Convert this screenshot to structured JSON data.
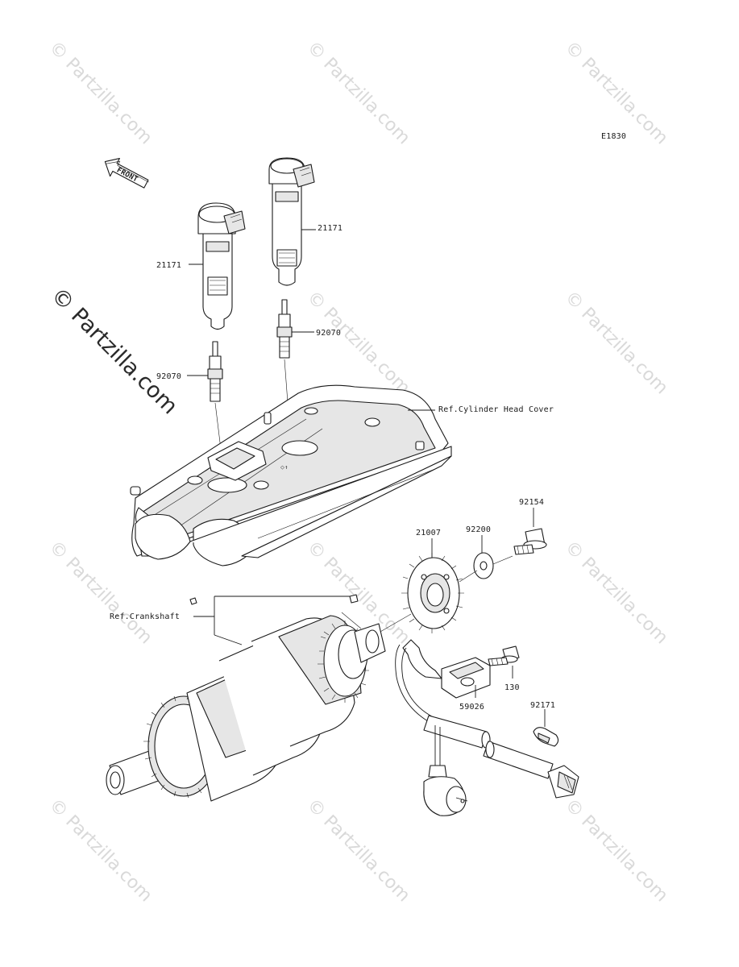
{
  "diagram": {
    "code": "E1830",
    "front_label": "FRONT",
    "watermark": "© Partzilla.com"
  },
  "callouts": {
    "coil_left": "21171",
    "coil_right": "21171",
    "plug_left": "92070",
    "plug_right": "92070",
    "head_cover": "Ref.Cylinder Head Cover",
    "bolt_92154": "92154",
    "washer_92200": "92200",
    "rotor_21007": "21007",
    "crankshaft": "Ref.Crankshaft",
    "bolt_130": "130",
    "sensor_59026": "59026",
    "clamp_92171": "92171"
  }
}
